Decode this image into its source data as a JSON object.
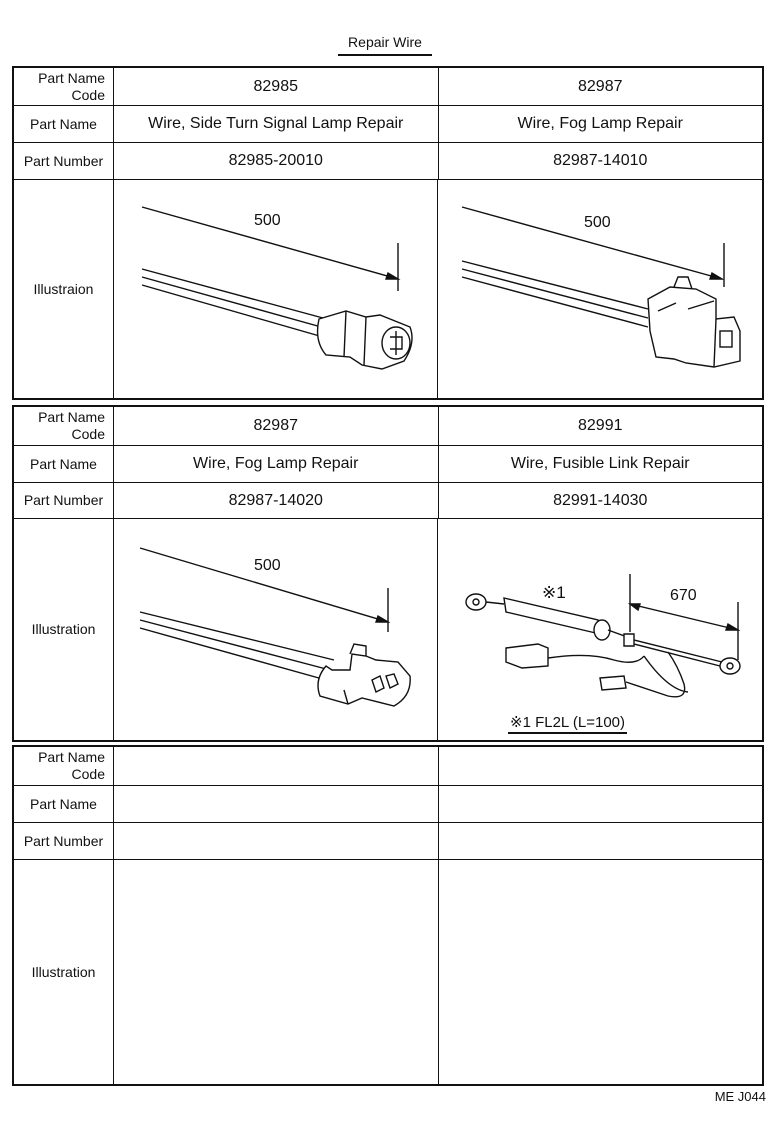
{
  "title": "Repair Wire",
  "labels": {
    "code_line1": "Part Name",
    "code_line2": "Code",
    "name": "Part Name",
    "number": "Part Number",
    "illustration": "Illustration",
    "illustration_misspelled": "Illustraion"
  },
  "blocks": [
    {
      "parts": [
        {
          "code": "82985",
          "name": "Wire, Side Turn Signal Lamp Repair",
          "number": "82985-20010",
          "dim": "500"
        },
        {
          "code": "82987",
          "name": "Wire, Fog Lamp Repair",
          "number": "82987-14010",
          "dim": "500"
        }
      ]
    },
    {
      "parts": [
        {
          "code": "82987",
          "name": "Wire, Fog Lamp Repair",
          "number": "82987-14020",
          "dim": "500"
        },
        {
          "code": "82991",
          "name": "Wire, Fusible Link Repair",
          "number": "82991-14030",
          "dim": "670",
          "marker": "※1",
          "note": "※1 FL2L (L=100)"
        }
      ]
    },
    {
      "parts": [
        {
          "code": "",
          "name": "",
          "number": ""
        },
        {
          "code": "",
          "name": "",
          "number": ""
        }
      ]
    }
  ],
  "footer": "ME  J044"
}
